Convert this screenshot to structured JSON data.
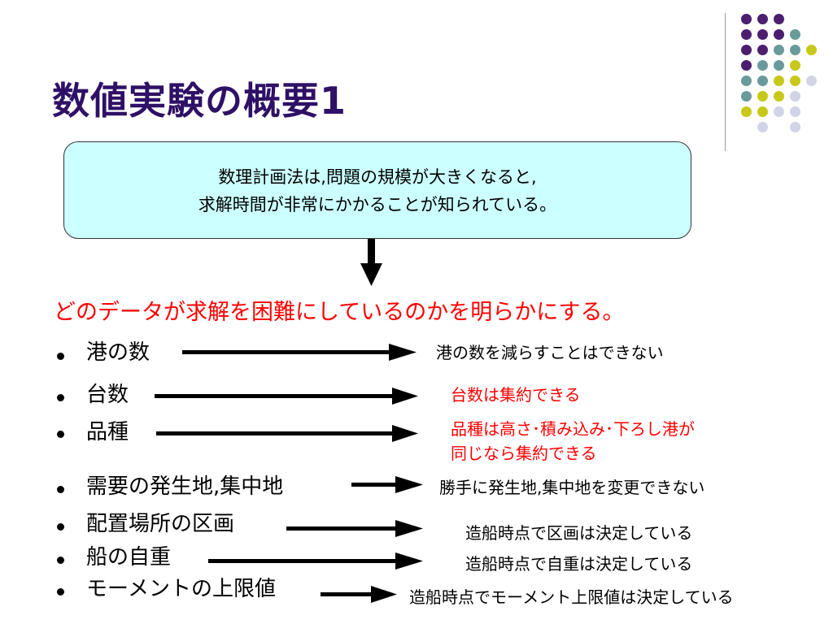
{
  "slide": {
    "title": "数値実験の概要1",
    "callout_lines": [
      "数理計画法は,問題の規模が大きくなると,",
      "求解時間が非常にかかることが知られている。"
    ],
    "headline": "どのデータが求解を困難にしているのかを明らかにする。",
    "items": [
      {
        "label": "港の数",
        "result": "港の数を減らすことはできない"
      },
      {
        "label": "台数",
        "result": "台数は集約できる"
      },
      {
        "label": "品種",
        "result_lines": [
          "品種は高さ･積み込み･下ろし港が",
          "同じなら集約できる"
        ]
      },
      {
        "label": "需要の発生地,集中地",
        "result": "勝手に発生地,集中地を変更できない"
      },
      {
        "label": "配置場所の区画",
        "result": "造船時点で区画は決定している"
      },
      {
        "label": "船の自重",
        "result": "造船時点で自重は決定している"
      },
      {
        "label": "モーメントの上限値",
        "result": "造船時点でモーメント上限値は決定している"
      }
    ]
  },
  "colors": {
    "title": "#2e1166",
    "callout_fill": "#ccffff",
    "highlight_red": "#ff0000",
    "dot_purple": "#4b1f6f",
    "dot_teal": "#6b9a9a",
    "dot_olive": "#c8c81a",
    "dot_lavender": "#d3d3e8"
  }
}
